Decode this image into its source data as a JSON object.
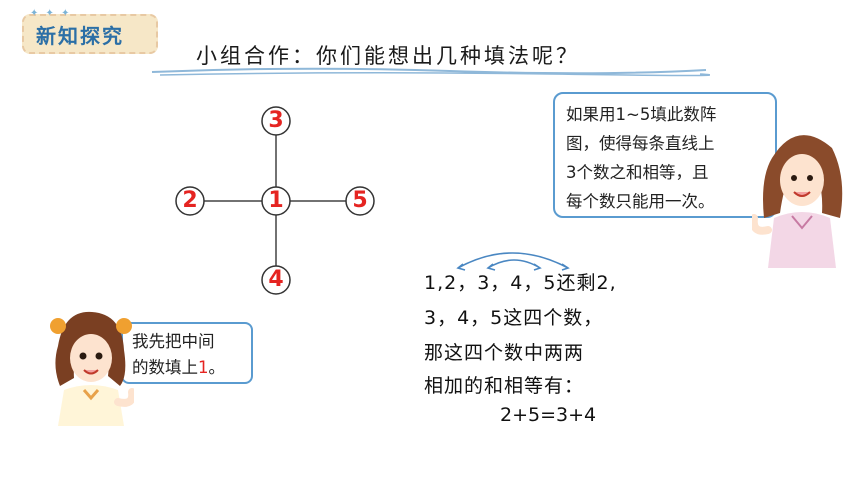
{
  "badge": {
    "label": "新知探究"
  },
  "heading": {
    "text": "小组合作：你们能想出几种填法呢？"
  },
  "diagram": {
    "top": "3",
    "left": "2",
    "center": "1",
    "right": "5",
    "bottom": "4"
  },
  "teacher_bubble": {
    "lines": [
      "如果用1~5填此数阵",
      "图，使得每条直线上",
      "3个数之和相等，且",
      "每个数只能用一次。"
    ]
  },
  "girl_bubble": {
    "line1": "我先把中间",
    "line2_prefix": "的数填上",
    "line2_num": "1",
    "line2_suffix": "。"
  },
  "explanation": {
    "lines": [
      "1,2，3，4，5还剩2,",
      "3，4，5这四个数，",
      "那这四个数中两两",
      "相加的和相等有："
    ],
    "equation": "2+5=3+4"
  },
  "colors": {
    "accent_red": "#e52421",
    "accent_blue": "#5a9bd0",
    "badge_bg": "#f6e7c7"
  }
}
